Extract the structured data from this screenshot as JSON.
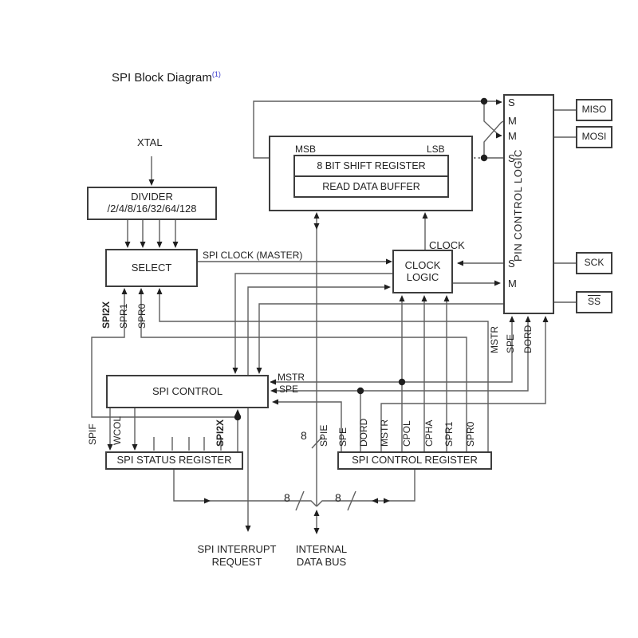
{
  "title": {
    "text": "SPI Block Diagram",
    "note": "(1)"
  },
  "colors": {
    "note_blue": "#3c3ccd",
    "wire_gray": "#5f5f5f",
    "box_border": "#3d3d3d",
    "text": "#222222"
  },
  "nodes": {
    "xtal": "XTAL",
    "divider": {
      "line1": "DIVIDER",
      "line2": "/2/4/8/16/32/64/128"
    },
    "select": "SELECT",
    "spi_clock_master": "SPI CLOCK (MASTER)",
    "msb": "MSB",
    "lsb": "LSB",
    "shift_register": "8 BIT SHIFT REGISTER",
    "read_data_buffer": "READ DATA BUFFER",
    "clock": "CLOCK",
    "clock_logic": {
      "line1": "CLOCK",
      "line2": "LOGIC"
    },
    "pin_control_logic": "PIN CONTROL LOGIC",
    "spi_control": "SPI CONTROL",
    "spi_status_register": "SPI STATUS REGISTER",
    "spi_control_register": "SPI CONTROL REGISTER",
    "spi_interrupt": {
      "line1": "SPI INTERRUPT",
      "line2": "REQUEST"
    },
    "internal_bus": {
      "line1": "INTERNAL",
      "line2": "DATA BUS"
    }
  },
  "pins": {
    "miso": "MISO",
    "mosi": "MOSI",
    "sck": "SCK",
    "ss": "SS"
  },
  "ports": {
    "s1": "S",
    "m1": "M",
    "m2": "M",
    "s2": "S",
    "s3": "S",
    "m3": "M"
  },
  "signals": {
    "mstr": "MSTR",
    "spe": "SPE",
    "bus_width": "8"
  },
  "select_bits": [
    "SPI2X",
    "SPR1",
    "SPR0"
  ],
  "pin_ctrl_bits": [
    "MSTR",
    "SPE",
    "DORD"
  ],
  "status_bits": [
    "SPIF",
    "WCOL",
    "SPI2X"
  ],
  "control_bits": [
    "SPIE",
    "SPE",
    "DORD",
    "MSTR",
    "CPOL",
    "CPHA",
    "SPR1",
    "SPR0"
  ]
}
